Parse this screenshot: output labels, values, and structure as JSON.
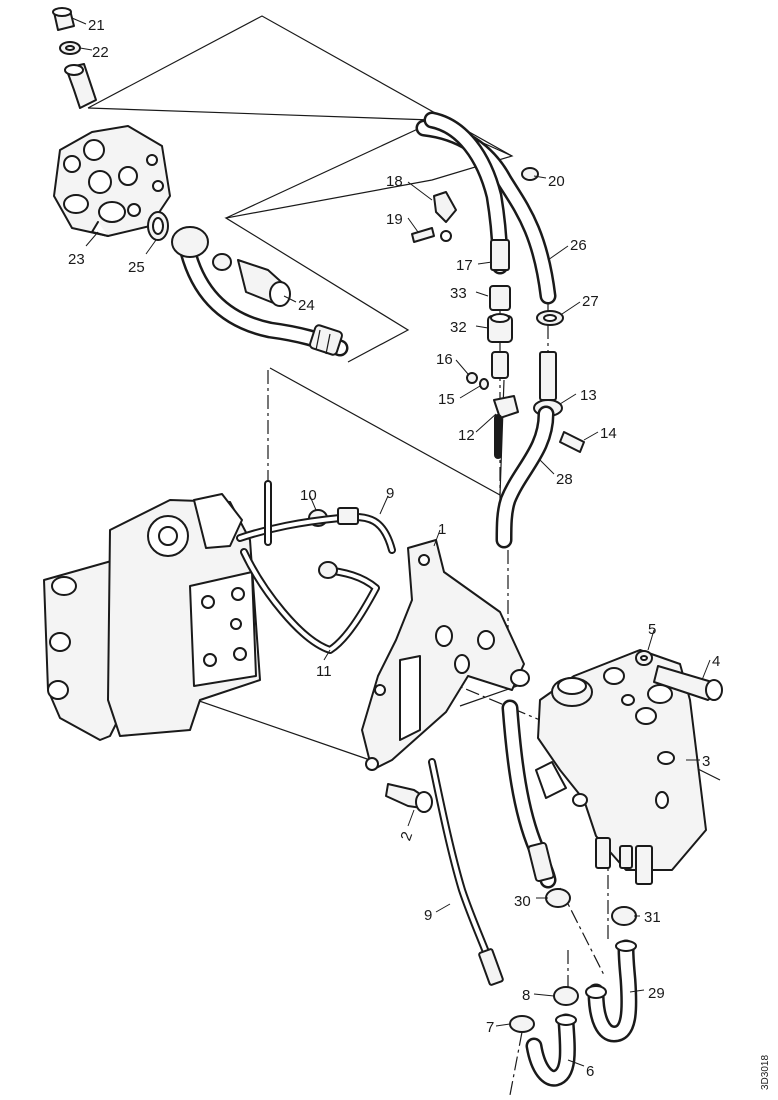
{
  "figure": {
    "reference_code": "3D3018",
    "callouts": [
      "1",
      "2",
      "3",
      "4",
      "5",
      "6",
      "7",
      "8",
      "9",
      "9",
      "10",
      "11",
      "12",
      "13",
      "14",
      "15",
      "16",
      "17",
      "18",
      "19",
      "20",
      "21",
      "22",
      "23",
      "24",
      "25",
      "26",
      "27",
      "28",
      "29",
      "30",
      "31",
      "32",
      "33"
    ]
  }
}
